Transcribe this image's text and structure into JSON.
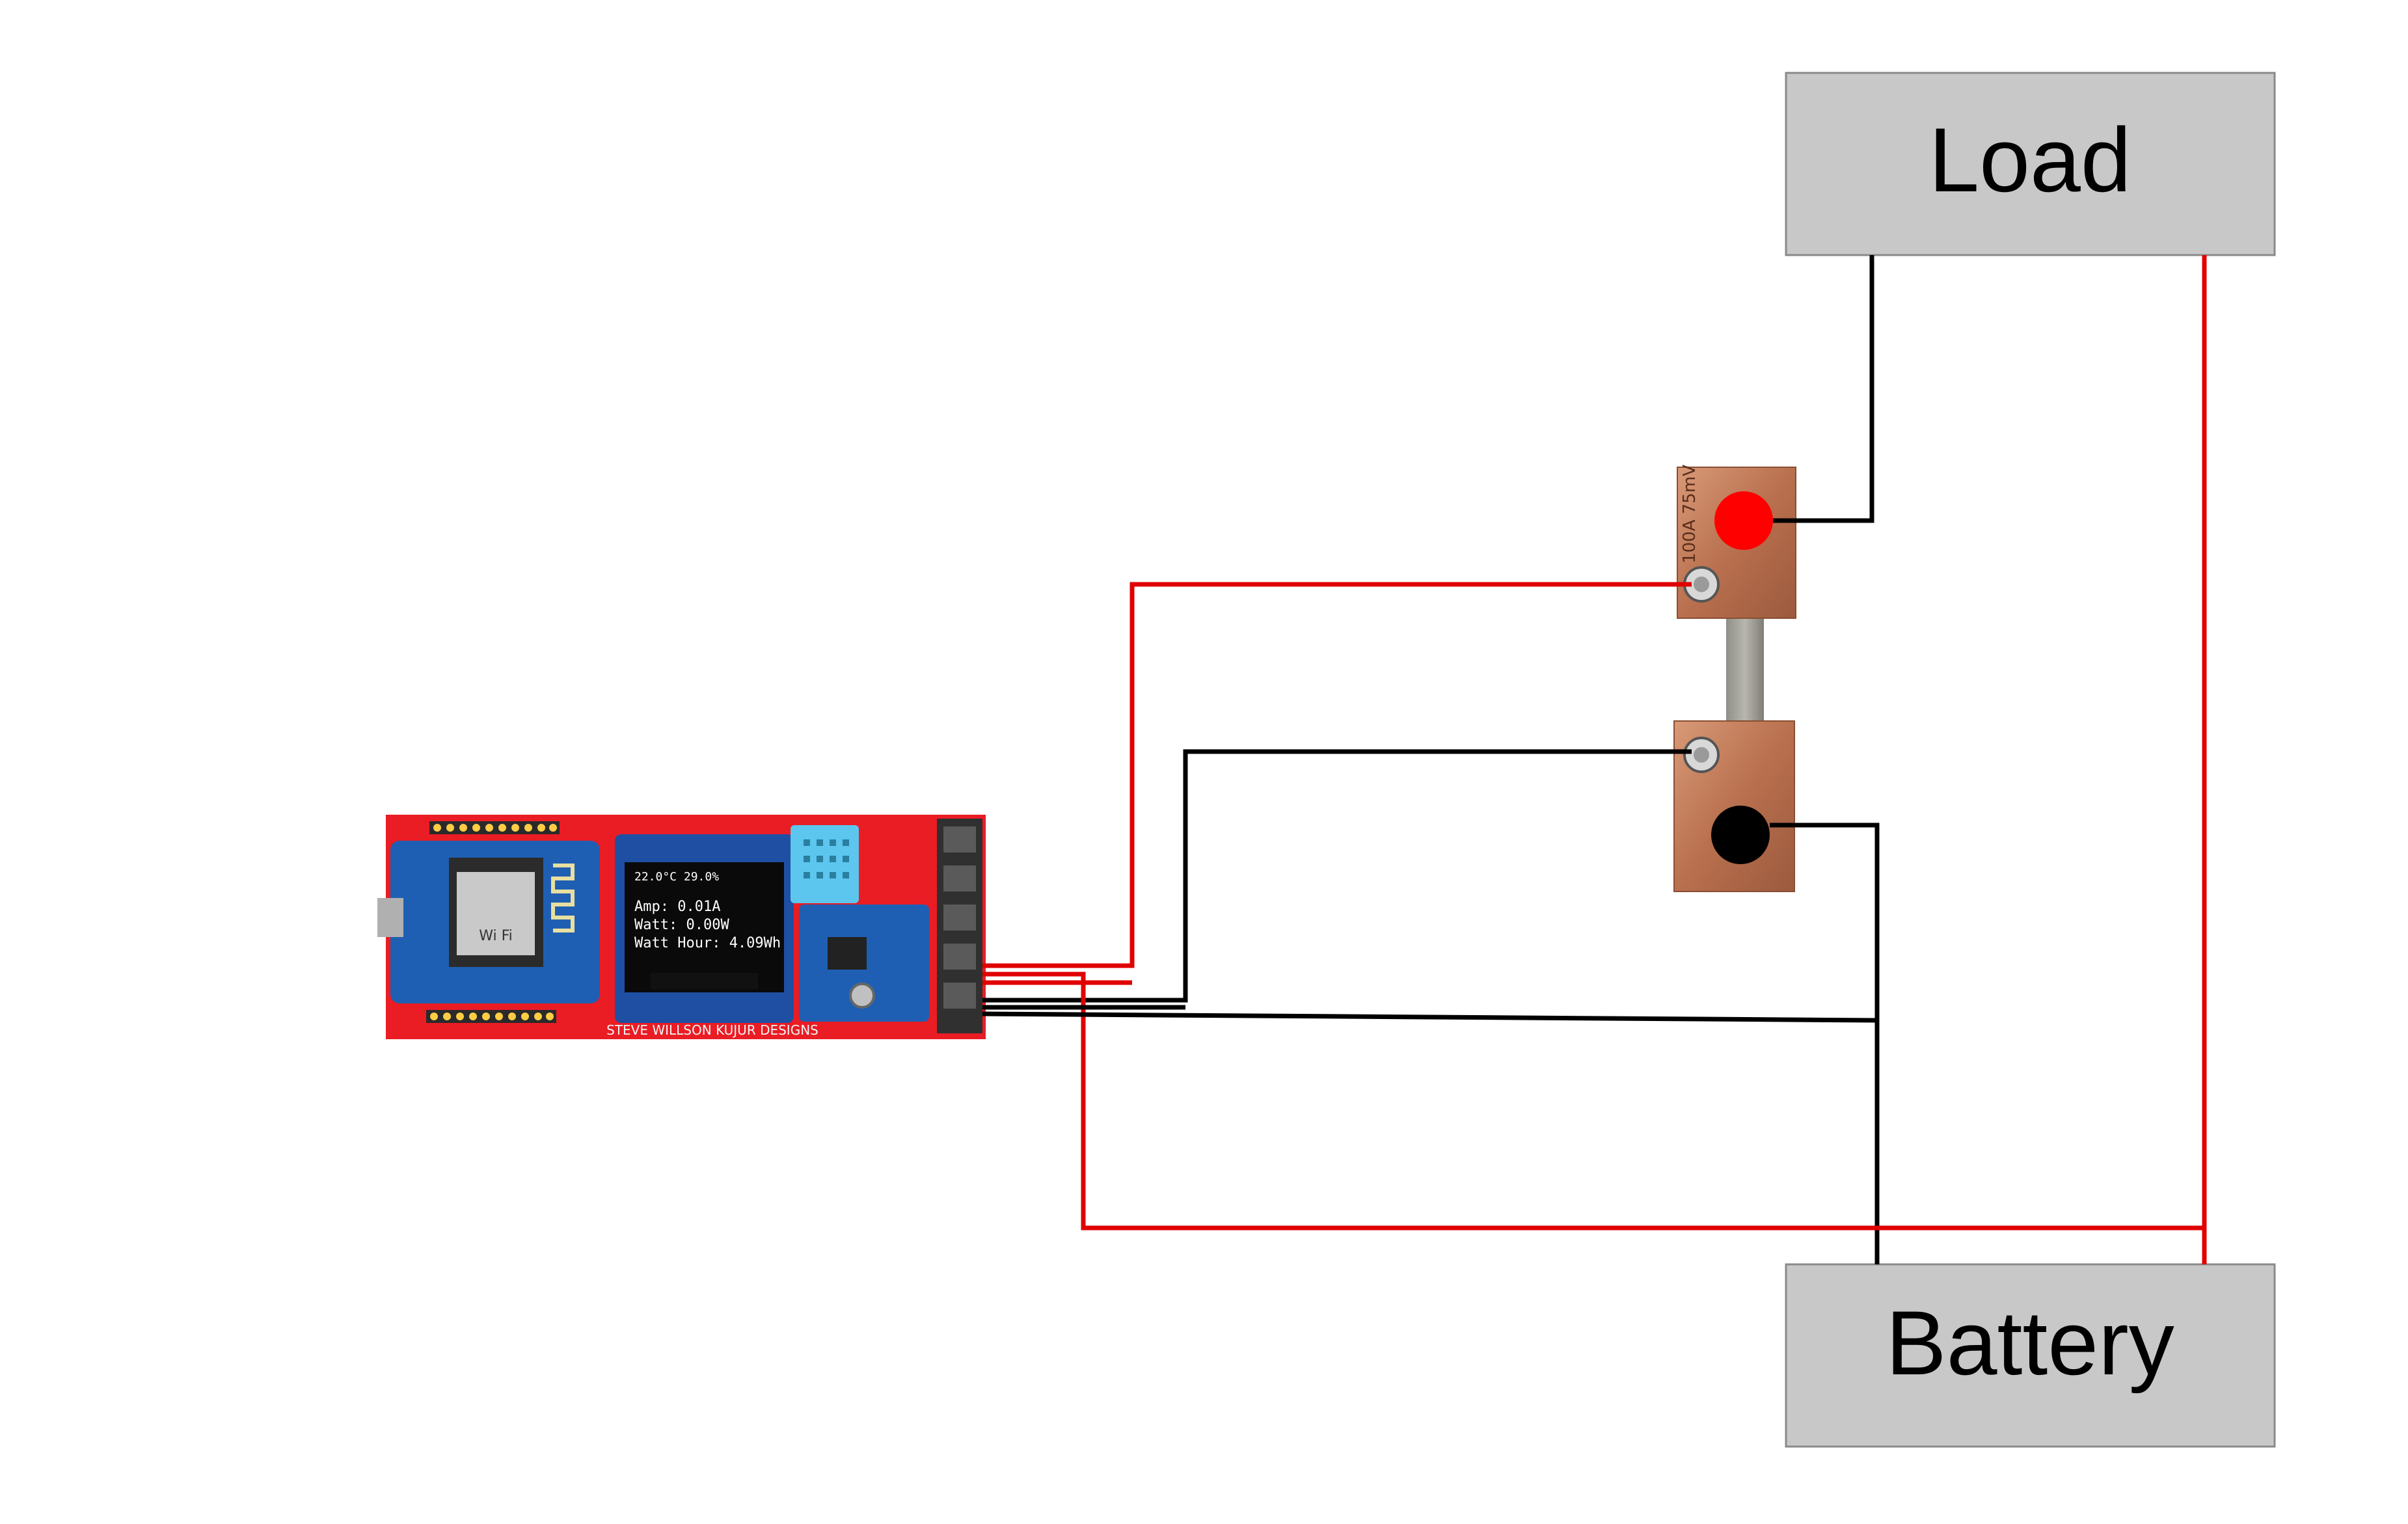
{
  "load_box": {
    "label": "Load"
  },
  "battery_box": {
    "label": "Battery"
  },
  "shunt": {
    "rating": "100A 75mV"
  },
  "oled": {
    "top_line": "22.0°C   29.0%",
    "line1": "Amp: 0.01A",
    "line2": "Watt: 0.00W",
    "line3": "Watt Hour: 4.09Wh"
  },
  "pcb": {
    "credit": "STEVE WILLSON KUJUR DESIGNS",
    "wifi_mark": "Wi Fi"
  },
  "colors": {
    "wire_positive": "#e00000",
    "wire_negative": "#000000",
    "box_fill": "#c8c8c8",
    "pcb_red": "#ea1c24",
    "copper": "#c07a55"
  }
}
